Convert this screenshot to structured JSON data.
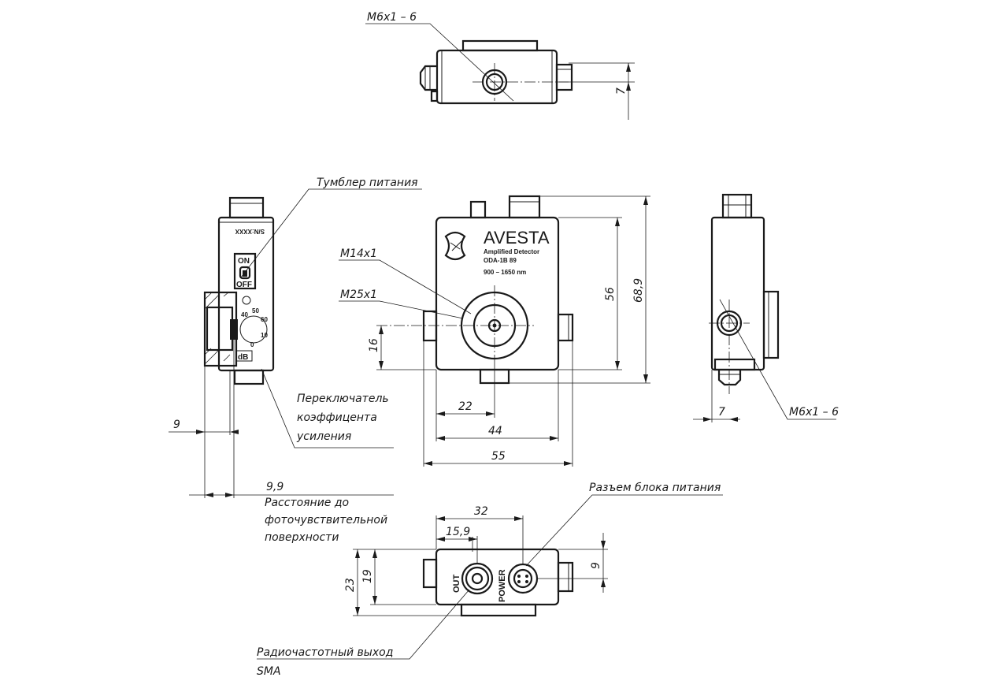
{
  "labels": {
    "thread_top": "M6x1 – 6",
    "power_switch": "Тумблер питания",
    "thread_m14": "M14x1",
    "thread_m25": "M25x1",
    "gain_switch_1": "Переключатель",
    "gain_switch_2": "коэффицента",
    "gain_switch_3": "усиления",
    "distance_1": "Расстояние до",
    "distance_2": "фоточувствительной",
    "distance_3": "поверхности",
    "power_connector": "Разъем блока питания",
    "rf_output_1": "Радиочастотный выход",
    "rf_output_2": "SMA",
    "thread_right": "M6x1 – 6"
  },
  "device": {
    "brand": "AVESTA",
    "model_line1": "Amplified Detector",
    "model_line2": "ODA-1B 89",
    "wavelength": "900 – 1650 nm",
    "serial": "S/N:XXXX",
    "switch_on": "ON",
    "switch_off": "OFF",
    "gain_unit": "dB",
    "gain_values": [
      "40",
      "50",
      "60",
      "0",
      "10"
    ],
    "out_label": "OUT",
    "power_label": "POWER"
  },
  "dimensions": {
    "top_7": "7",
    "height_56": "56",
    "height_68_9": "68,9",
    "left_16": "16",
    "width_22": "22",
    "width_44": "44",
    "width_55": "55",
    "side_9": "9",
    "side_9_9": "9,9",
    "bottom_32": "32",
    "bottom_15_9": "15,9",
    "bottom_23": "23",
    "bottom_19": "19",
    "bottom_9": "9",
    "right_7": "7"
  }
}
